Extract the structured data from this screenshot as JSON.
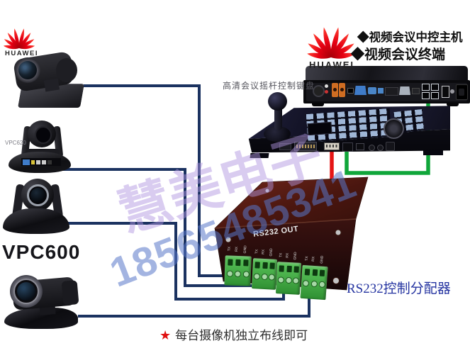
{
  "labels": {
    "huawei": "HUAWEI",
    "bullet_host": "◆视频会议中控主机",
    "bullet_terminal": "◆视频会议终端",
    "keyboard_caption": "高清会议摇杆控制键盘",
    "camera2_model": "VPC620",
    "camera3_model": "VPC600",
    "distributor_caption": "RS232控制分配器",
    "note_star": "★",
    "note_text": "每台摄像机独立布线即可"
  },
  "box": {
    "port_label": "RS232 OUT",
    "pin_labels": [
      "TX",
      "RX",
      "GND"
    ],
    "terminal_block_count": 4
  },
  "watermark": {
    "company": "慧美电子",
    "phone": "18565485341"
  },
  "colors": {
    "wire_blue": "#1b3260",
    "wire_green": "#10a63a",
    "wire_red": "#e51515",
    "huawei_red": "#e60012",
    "caption_blue": "#2433a0",
    "box_maroon": "#4e1a14",
    "terminal_block_green": "#3db53d",
    "watermark_purple": "#b296e1",
    "watermark_blue": "#5876c8",
    "note_red": "#e01010"
  },
  "terminal_ports": [
    "xlr-audio",
    "rca-pair",
    "rca-orange",
    "rca-orange",
    "usb",
    "vga-blue",
    "hdmi-blue",
    "mini-blue",
    "dvi",
    "vga-gray",
    "hdmi-black",
    "rj45-quad",
    "rj45",
    "power-inlet"
  ],
  "keyboard_ports": [
    "mini-connector",
    "db25",
    "dip-switch",
    "rj45",
    "mini-usb",
    "audio-jack",
    "audio-jack",
    "power-switch"
  ]
}
